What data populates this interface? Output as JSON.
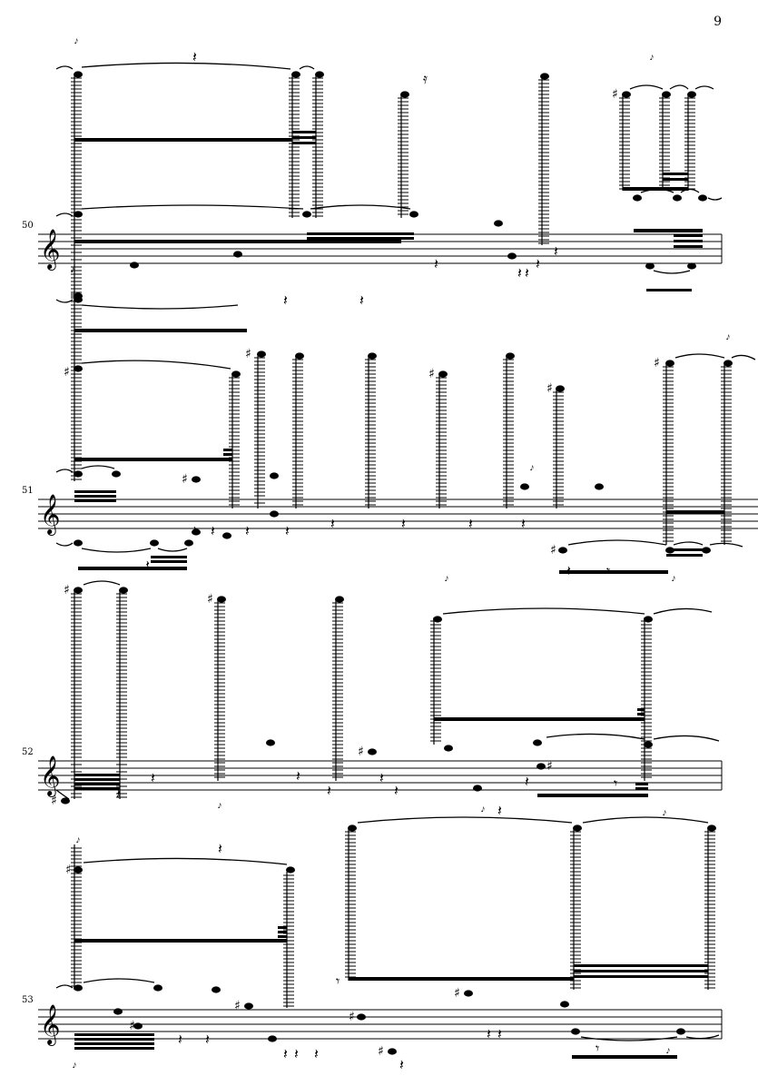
{
  "page": {
    "number": "9"
  },
  "systems": [
    {
      "measure_number": "50"
    },
    {
      "measure_number": "51"
    },
    {
      "measure_number": "52"
    },
    {
      "measure_number": "53"
    }
  ],
  "clef": "treble-clef",
  "accidental_symbol": "♯"
}
